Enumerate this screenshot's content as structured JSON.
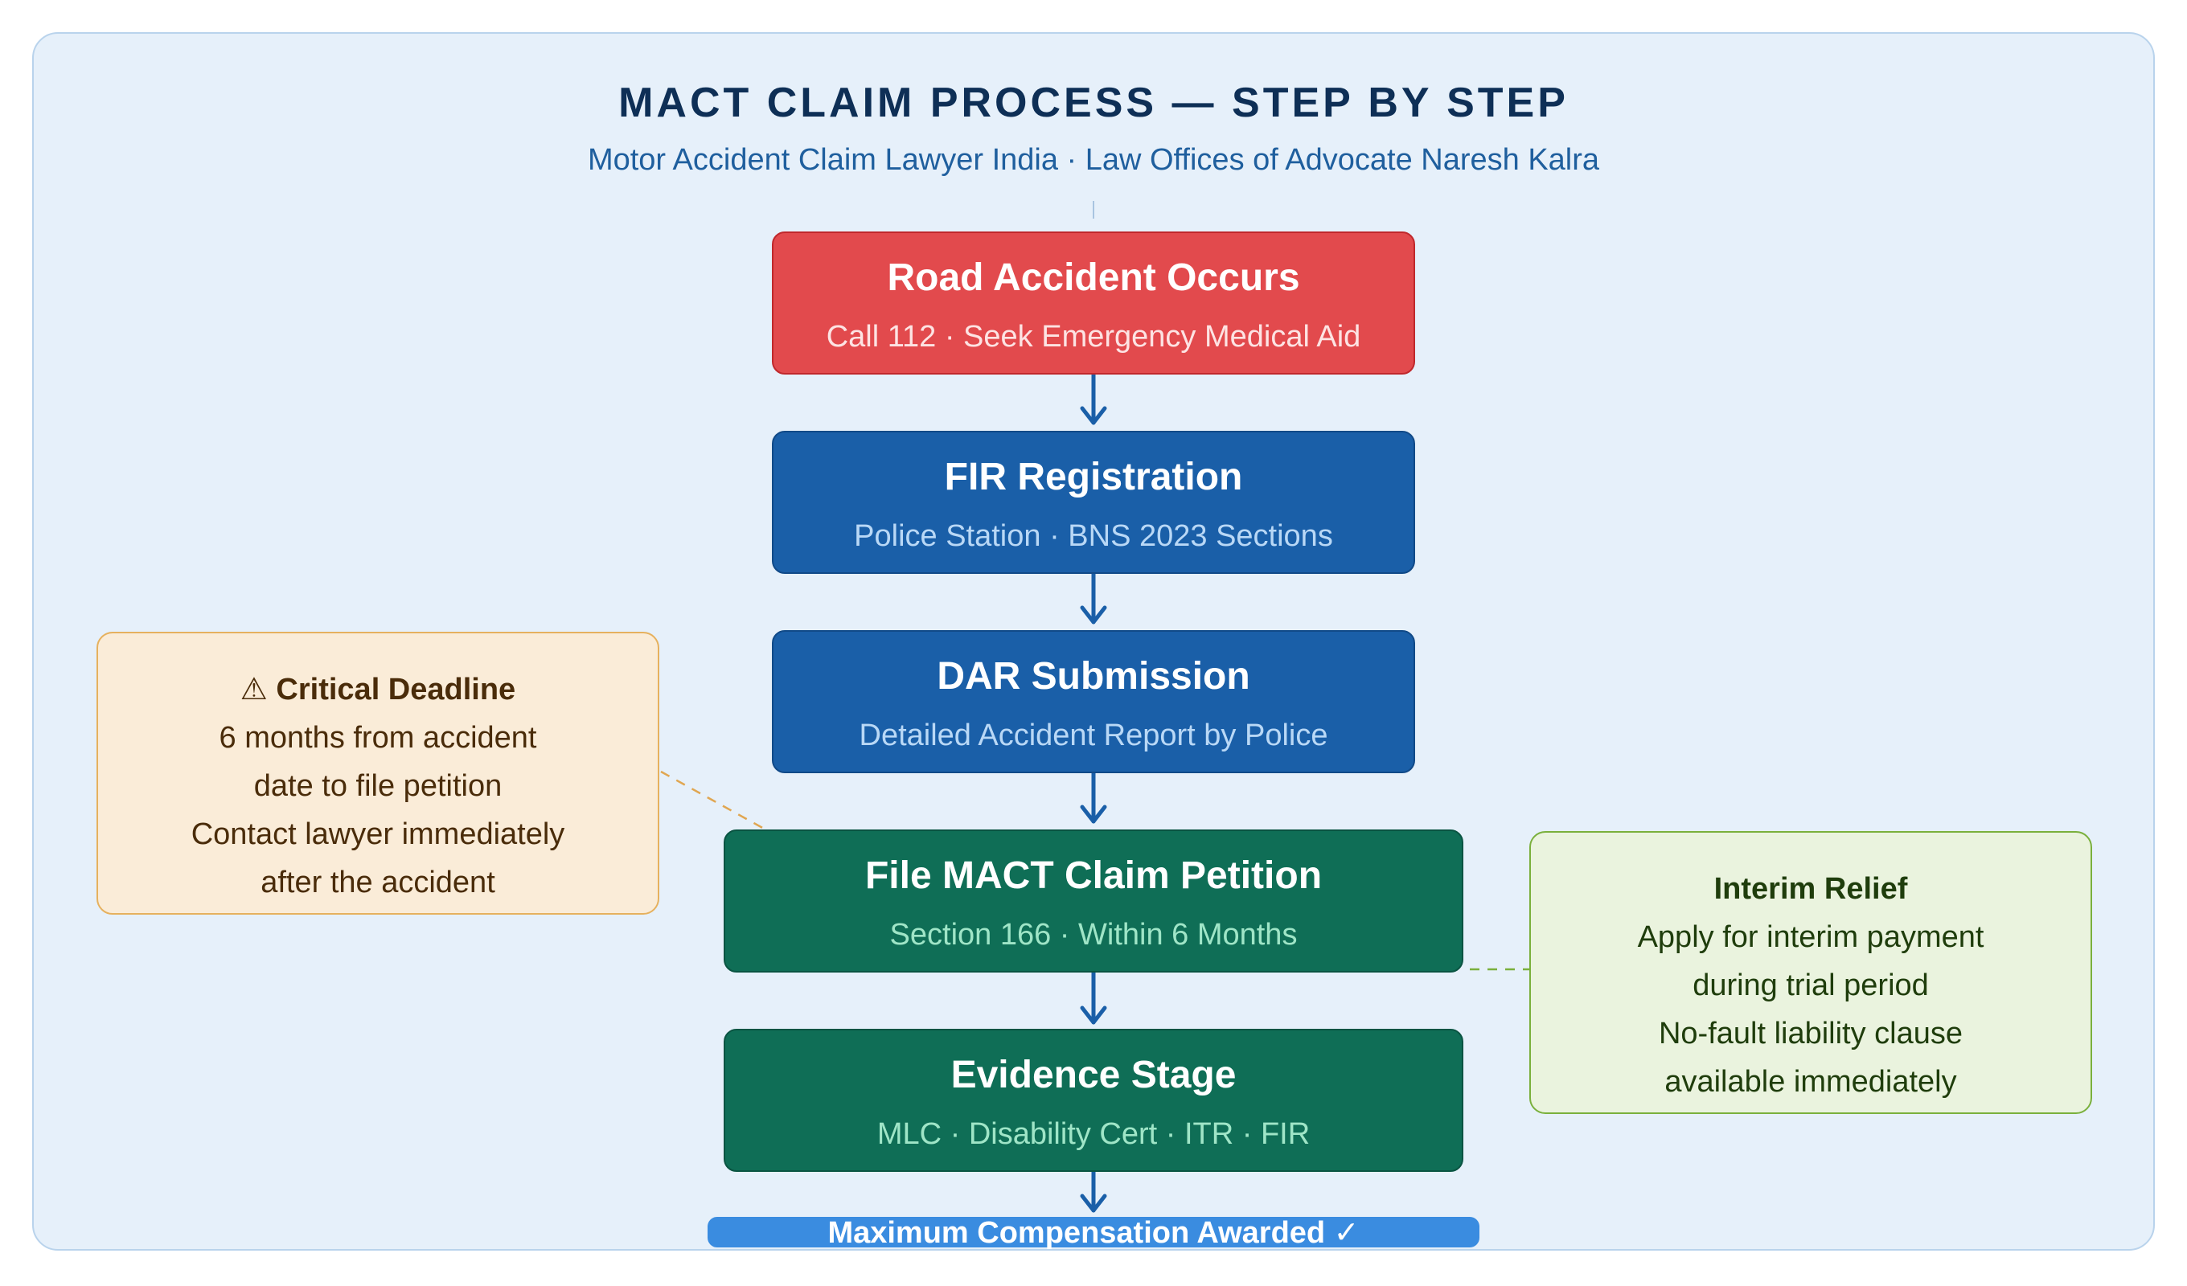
{
  "header": {
    "title": "MACT CLAIM PROCESS — STEP BY STEP",
    "subtitle": "Motor Accident Claim Lawyer India · Law Offices of Advocate Naresh Kalra"
  },
  "steps": [
    {
      "title": "Road Accident Occurs",
      "subtitle": "Call 112 · Seek Emergency Medical Aid",
      "color": "#e24a4d"
    },
    {
      "title": "FIR Registration",
      "subtitle": "Police Station · BNS 2023 Sections",
      "color": "#1a5fa8"
    },
    {
      "title": "DAR Submission",
      "subtitle": "Detailed Accident Report by Police",
      "color": "#1a5fa8"
    },
    {
      "title": "File MACT Claim Petition",
      "subtitle": "Section 166 · Within 6 Months",
      "color": "#0f6e56"
    },
    {
      "title": "Evidence Stage",
      "subtitle": "MLC · Disability Cert · ITR · FIR",
      "color": "#0f6e56"
    }
  ],
  "final": {
    "label": "Maximum Compensation Awarded ✓",
    "color": "#3a8ce0"
  },
  "notes": {
    "deadline": {
      "heading": "⚠ Critical Deadline",
      "lines": [
        "6 months from accident",
        "date to file petition",
        "Contact lawyer immediately",
        "after the accident"
      ]
    },
    "interim": {
      "heading": "Interim Relief",
      "lines": [
        "Apply for interim payment",
        "during trial period",
        "No-fault liability clause",
        "available immediately"
      ]
    }
  }
}
